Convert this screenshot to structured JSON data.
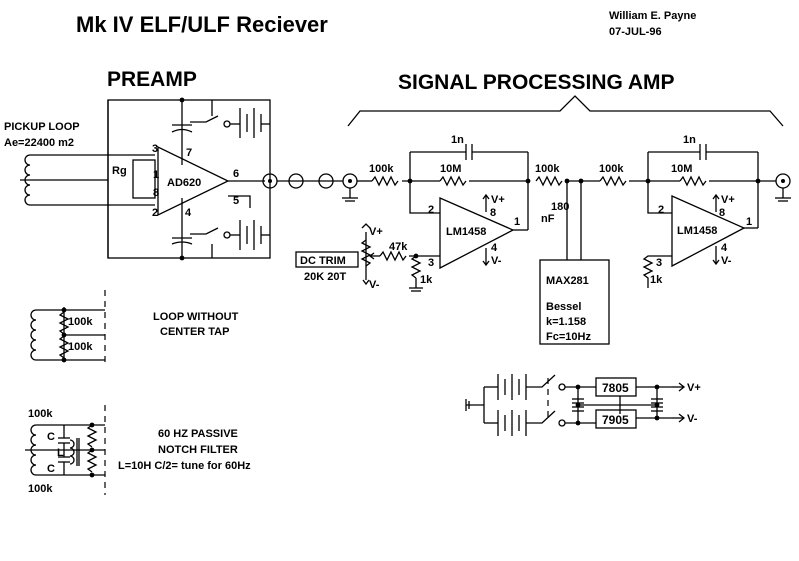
{
  "header": {
    "title": "Mk IV   ELF/ULF  Reciever",
    "author": "William E. Payne",
    "date": "07-JUL-96"
  },
  "sections": {
    "preamp": "PREAMP",
    "signal": "SIGNAL PROCESSING AMP"
  },
  "preamp": {
    "pickup_loop": "PICKUP LOOP",
    "area": "Ae=22400 m2",
    "ic": "AD620",
    "rg": "Rg",
    "pins": [
      "3",
      "7",
      "1",
      "8",
      "2",
      "4",
      "6",
      "5"
    ]
  },
  "stage1": {
    "r_in": "100k",
    "r_fb": "10M",
    "c_fb": "1n",
    "ic": "LM1458",
    "pins": [
      "2",
      "8",
      "1",
      "3",
      "4"
    ],
    "v_plus": "V+",
    "v_minus": "V-",
    "trim_r": "47k",
    "bias_r": "1k",
    "trim_label": "DC TRIM",
    "trim_spec": "20K 20T"
  },
  "filter": {
    "r1": "100k",
    "cap": "180",
    "cap_unit": "nF",
    "ic": "MAX281",
    "type": "Bessel",
    "k": "k=1.158",
    "fc": "Fc=10Hz"
  },
  "stage2": {
    "r_in": "100k",
    "r_fb": "10M",
    "c_fb": "1n",
    "ic": "LM1458",
    "pins": [
      "2",
      "8",
      "1",
      "3",
      "4"
    ],
    "v_plus": "V+",
    "v_minus": "V-",
    "bias_r": "1k"
  },
  "loop_variant": {
    "r1": "100k",
    "r2": "100k",
    "line1": "LOOP WITHOUT",
    "line2": "CENTER TAP"
  },
  "notch": {
    "r_top": "100k",
    "r_bot": "100k",
    "c1": "C",
    "c2": "C",
    "l": "L",
    "line1": "60 HZ PASSIVE",
    "line2": "NOTCH FILTER",
    "note": "L=10H  C/2= tune for 60Hz"
  },
  "power": {
    "reg_pos": "7805",
    "reg_neg": "7905",
    "out_pos": "V+",
    "out_neg": "V-"
  }
}
